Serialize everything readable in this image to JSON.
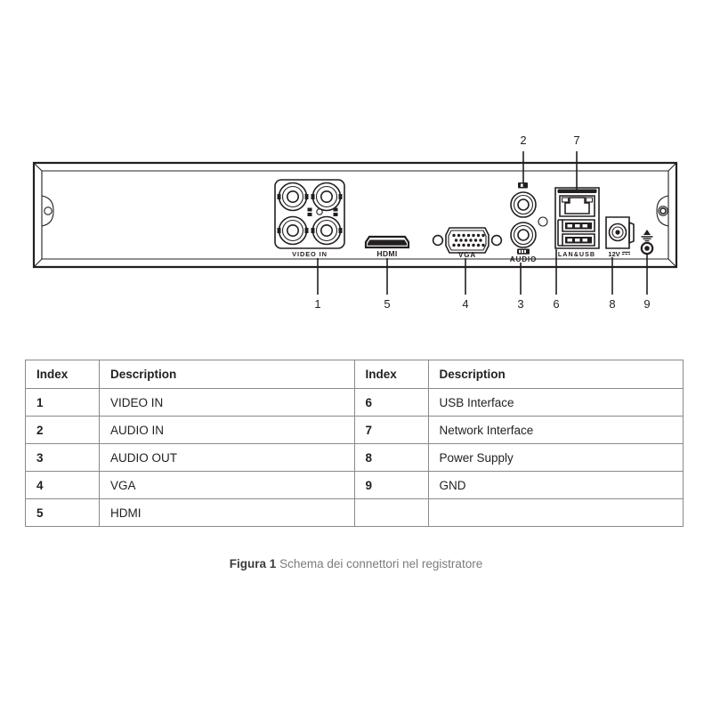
{
  "figure": {
    "device_type": "dvr-rear-panel-diagram",
    "port_labels": {
      "video_in": "VIDEO IN",
      "hdmi": "HDMI",
      "vga": "VGA",
      "audio": "AUDIO",
      "lan_usb": "LAN&USB",
      "power": "12V"
    },
    "callouts_top": [
      {
        "number": "2",
        "target": "audio-in-jack"
      },
      {
        "number": "7",
        "target": "network-interface"
      }
    ],
    "callouts_bottom": [
      {
        "number": "1",
        "target": "video-in"
      },
      {
        "number": "5",
        "target": "hdmi"
      },
      {
        "number": "4",
        "target": "vga"
      },
      {
        "number": "3",
        "target": "audio-out"
      },
      {
        "number": "6",
        "target": "usb-interface"
      },
      {
        "number": "8",
        "target": "power-supply"
      },
      {
        "number": "9",
        "target": "gnd"
      }
    ]
  },
  "table": {
    "headers": [
      "Index",
      "Description",
      "Index",
      "Description"
    ],
    "rows": [
      {
        "index_left": "1",
        "desc_left": "VIDEO IN",
        "index_right": "6",
        "desc_right": "USB Interface"
      },
      {
        "index_left": "2",
        "desc_left": "AUDIO IN",
        "index_right": "7",
        "desc_right": "Network Interface"
      },
      {
        "index_left": "3",
        "desc_left": "AUDIO OUT",
        "index_right": "8",
        "desc_right": "Power Supply"
      },
      {
        "index_left": "4",
        "desc_left": "VGA",
        "index_right": "9",
        "desc_right": "GND"
      },
      {
        "index_left": "5",
        "desc_left": "HDMI",
        "index_right": "",
        "desc_right": ""
      }
    ]
  },
  "caption": {
    "label": "Figura 1",
    "text": "Schema dei connettori nel registratore"
  },
  "colors": {
    "line": "#231f20",
    "table_border": "#8a8a8a",
    "caption_text": "#7a7c7f",
    "caption_label": "#3c3c3c"
  }
}
